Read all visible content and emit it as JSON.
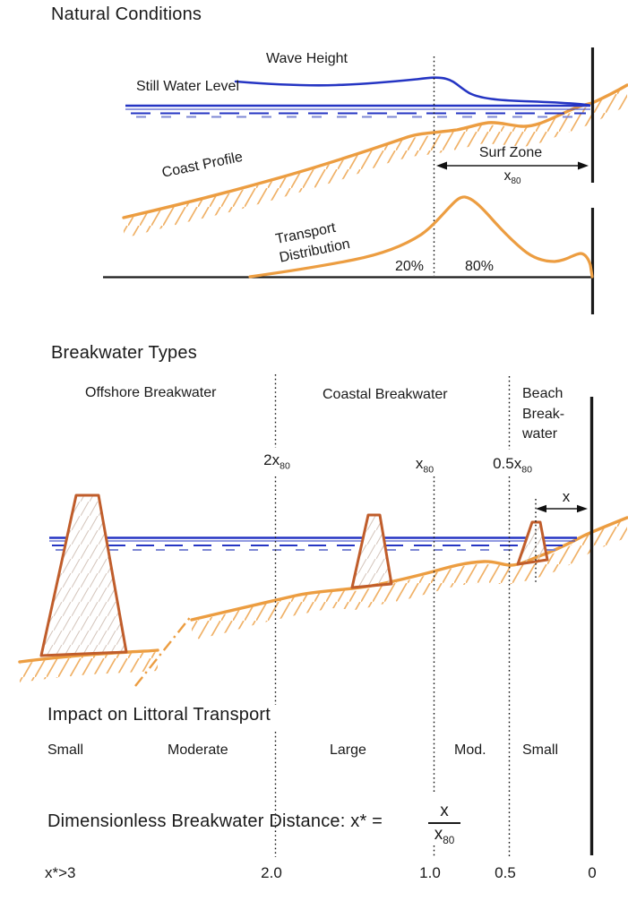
{
  "colors": {
    "blue": "#2535c3",
    "blueLight": "#7e88d4",
    "orange": "#ec9d41",
    "orangeLight": "#f0b167",
    "brown": "#c05d2b",
    "bwHatch": "#d6c8bf",
    "ink": "#1a1a1a"
  },
  "natural": {
    "title": "Natural Conditions",
    "wave_height": "Wave Height",
    "still_water_level": "Still Water Level",
    "coast_profile": "Coast Profile",
    "surf_zone": "Surf Zone",
    "x80": {
      "base": "x",
      "sub": "80"
    },
    "transport_line1": "Transport",
    "transport_line2": "Distribution",
    "pct_offshore": "20%",
    "pct_surfzone": "80%"
  },
  "breakwaters": {
    "title": "Breakwater Types",
    "offshore": "Offshore Breakwater",
    "coastal": "Coastal Breakwater",
    "beach_lines": [
      "Beach",
      "Break-",
      "water"
    ],
    "marker_2x80": {
      "base": "2x",
      "sub": "80"
    },
    "marker_x80": {
      "base": "x",
      "sub": "80"
    },
    "marker_05x80": {
      "base": "0.5x",
      "sub": "80"
    },
    "x_dim": "x"
  },
  "impact": {
    "title": "Impact on Littoral Transport",
    "zones": [
      "Small",
      "Moderate",
      "Large",
      "Mod.",
      "Small"
    ]
  },
  "formula": {
    "prefix": "Dimensionless Breakwater Distance: x* =",
    "numerator": "x",
    "denominator": {
      "base": "x",
      "sub": "80"
    }
  },
  "scale": {
    "labels": [
      "x*>3",
      "2.0",
      "1.0",
      "0.5",
      "0"
    ]
  }
}
